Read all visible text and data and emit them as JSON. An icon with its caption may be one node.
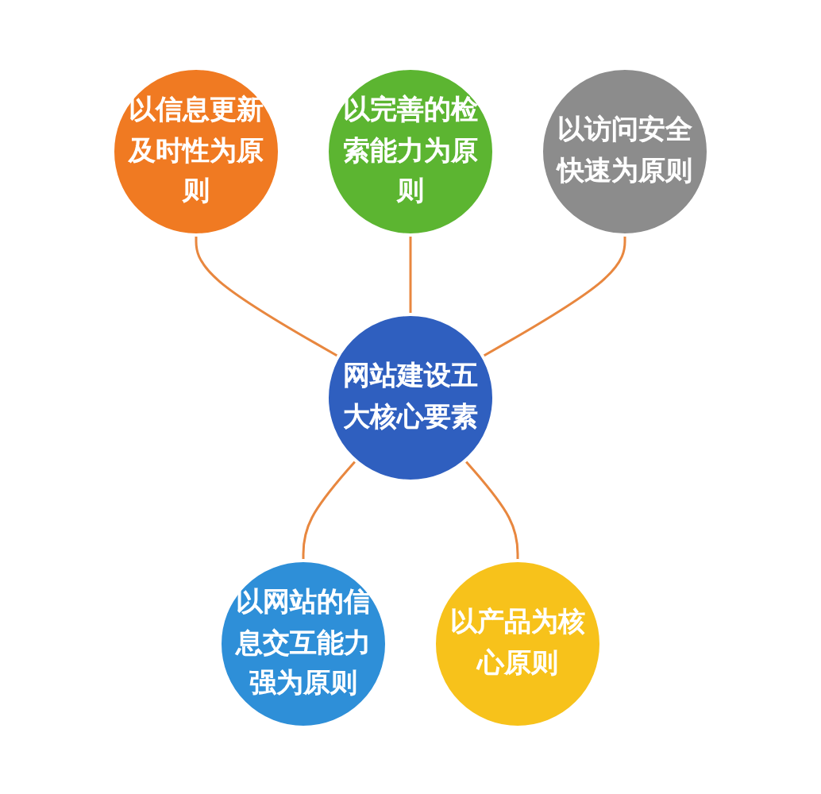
{
  "diagram": {
    "nodes": [
      {
        "text": [
          "网站建设五大核心要素"
        ]
      },
      {
        "text": [
          "以信息更新及时性为原则"
        ]
      },
      {
        "text": [
          "以完善的检索能力为原则"
        ]
      },
      {
        "text": [
          "以访问安全快速为原则"
        ]
      },
      {
        "text": [
          "以网站的信息交互能力强为原则"
        ]
      },
      {
        "text": [
          "以产品为核心原则"
        ]
      }
    ],
    "edges": [
      {
        "from": 1,
        "to": 0,
        "arrow": "none"
      },
      {
        "from": 2,
        "to": 0,
        "arrow": "none"
      },
      {
        "from": 3,
        "to": 0,
        "arrow": "none"
      },
      {
        "from": 0,
        "to": 4,
        "arrow": "none"
      },
      {
        "from": 0,
        "to": 5,
        "arrow": "none"
      }
    ]
  }
}
